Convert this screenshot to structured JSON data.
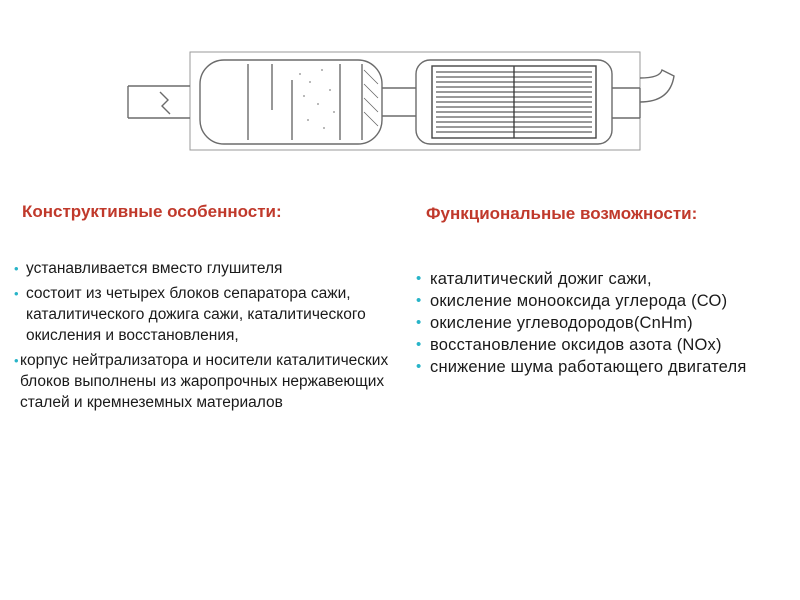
{
  "colors": {
    "heading": "#c0392b",
    "bullet": "#28b4c8",
    "text": "#1a1a1a"
  },
  "left": {
    "heading": "Конструктивные особенности:",
    "items": [
      "устанавливается вместо глушителя",
      "состоит из четырех блоков сепаратора сажи, каталитического дожига сажи, каталитического окисления и восстановления,",
      "корпус нейтрализатора и носители каталитических блоков выполнены из жаропрочных нержавеющих сталей и кремнеземных материалов"
    ]
  },
  "right": {
    "heading": "Функциональные возможности:",
    "items": [
      "каталитический дожиг сажи,",
      "окисление монооксида углерода (СО)",
      "окисление углеводородов(CnHm)",
      "восстановление оксидов азота (NOx)",
      "снижение шума работающего двигателя"
    ]
  }
}
